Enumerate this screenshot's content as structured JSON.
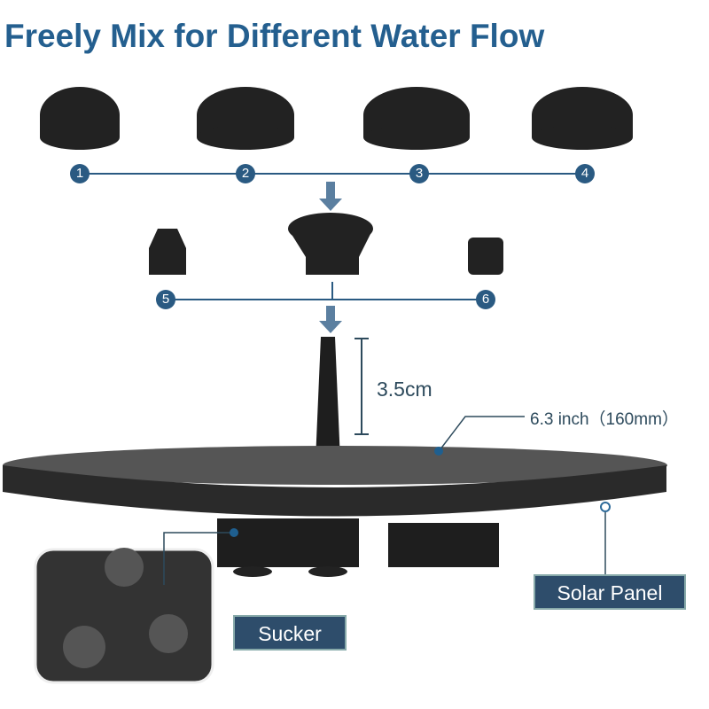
{
  "title": "Freely Mix for Different Water Flow",
  "nozzles_top": [
    "1",
    "2",
    "3",
    "4"
  ],
  "nozzles_mid": [
    "5",
    "6"
  ],
  "height_label": "3.5cm",
  "diameter_label": "6.3 inch（160mm）",
  "solar_panel_label": "Solar Panel",
  "sucker_label": "Sucker",
  "colors": {
    "accent": "#245f8f",
    "label_bg": "#2e4d6b",
    "product": "#2a2a2a"
  }
}
